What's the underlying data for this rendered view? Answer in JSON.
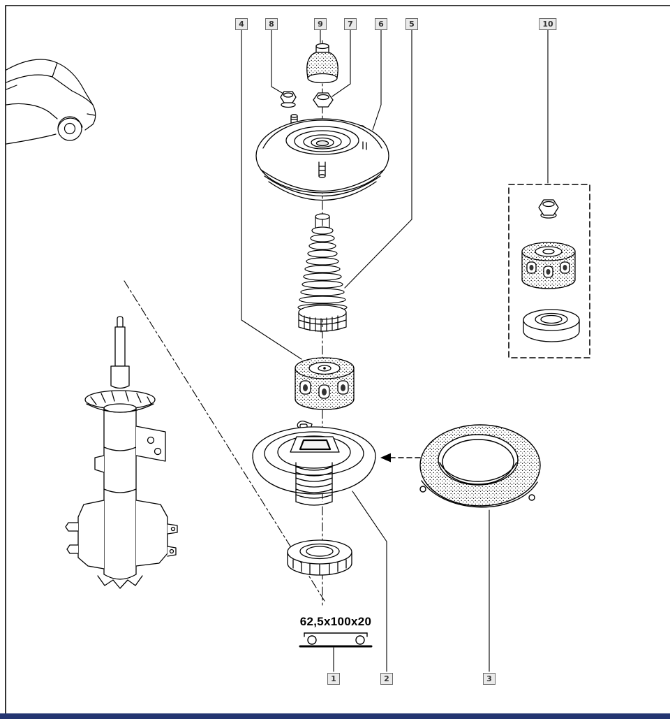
{
  "diagram": {
    "part_labels": {
      "l1": "1",
      "l2": "2",
      "l3": "3",
      "l4": "4",
      "l5": "5",
      "l6": "6",
      "l7": "7",
      "l8": "8",
      "l9": "9",
      "l10": "10"
    },
    "dimension_note": "62,5x100x20"
  },
  "colors": {
    "line": "#000000",
    "page_background": "#ffffff",
    "label_background": "#eaeaea",
    "label_border": "#6b6b6b",
    "label_text": "#333333",
    "footer_bar": "#243571"
  }
}
